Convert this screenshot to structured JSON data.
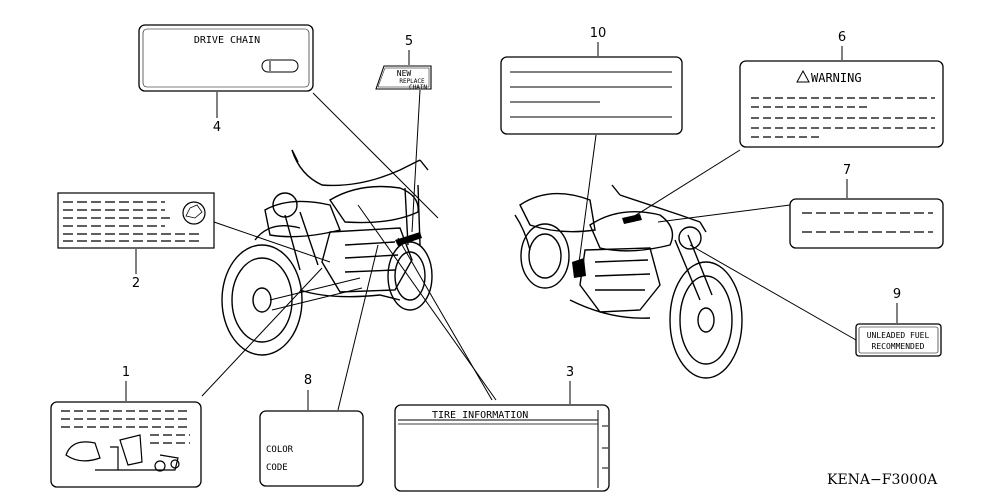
{
  "callouts": [
    {
      "id": "1",
      "label": "1"
    },
    {
      "id": "2",
      "label": "2"
    },
    {
      "id": "3",
      "label": "3"
    },
    {
      "id": "4",
      "label": "4"
    },
    {
      "id": "5",
      "label": "5"
    },
    {
      "id": "6",
      "label": "6"
    },
    {
      "id": "7",
      "label": "7"
    },
    {
      "id": "8",
      "label": "8"
    },
    {
      "id": "9",
      "label": "9"
    },
    {
      "id": "10",
      "label": "10"
    }
  ],
  "labels": {
    "drive_chain": "DRIVE CHAIN",
    "new": "NEW",
    "replace": "REPLACE",
    "chain": "CHAIN",
    "warning": "WARNING",
    "tire_information": "TIRE  INFORMATION",
    "color": "COLOR",
    "code": "CODE",
    "unleaded_fuel": "UNLEADED FUEL",
    "recommended": "RECOMMENDED"
  },
  "diagram_code": "KENA−F3000A",
  "colors": {
    "ink": "#000000",
    "paper": "#ffffff"
  }
}
